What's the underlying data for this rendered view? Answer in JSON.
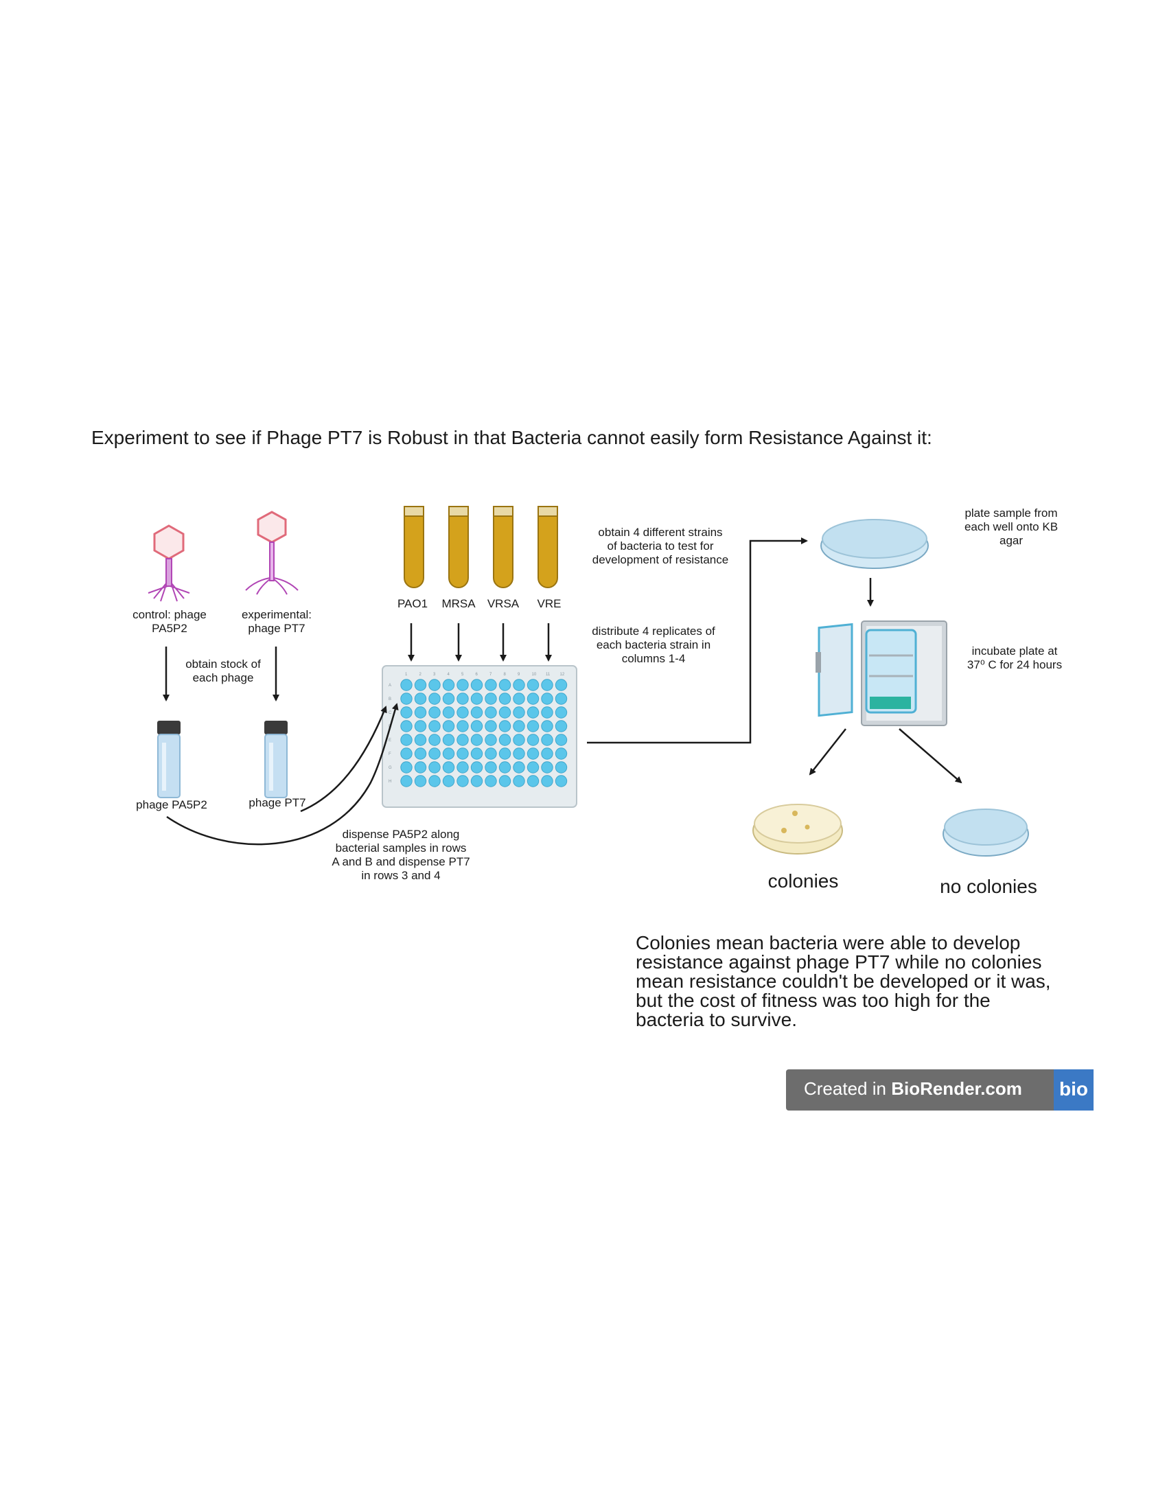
{
  "title": "Experiment to see if Phage PT7 is Robust in that Bacteria cannot easily form Resistance Against it:",
  "phages": {
    "control_label": "control: phage\nPA5P2",
    "experimental_label": "experimental:\nphage PT7",
    "obtain_stock": "obtain stock of\neach phage",
    "vial_control": "phage PA5P2",
    "vial_experimental": "phage PT7"
  },
  "strains": [
    "PAO1",
    "MRSA",
    "VRSA",
    "VRE"
  ],
  "notes": {
    "obtain_strains": "obtain 4 different strains\nof bacteria to test for\ndevelopment of resistance",
    "distribute": "distribute 4 replicates of\neach bacteria strain in\ncolumns 1-4",
    "dispense": "dispense PA5P2 along\nbacterial samples in rows\nA and B and dispense PT7\nin rows 3 and 4",
    "plate_sample": "plate sample from\neach well onto KB\nagar",
    "incubate": "incubate plate at\n37⁰ C for 24 hours"
  },
  "plate": {
    "column_numbers": [
      "1",
      "2",
      "3",
      "4",
      "5",
      "6",
      "7",
      "8",
      "9",
      "10",
      "11",
      "12"
    ],
    "row_letters": [
      "A",
      "B",
      "C",
      "D",
      "E",
      "F",
      "G",
      "H"
    ]
  },
  "outcomes": {
    "colonies": "colonies",
    "no_colonies": "no colonies"
  },
  "explanation": "Colonies mean bacteria were able to develop\nresistance against phage PT7 while no colonies\nmean resistance couldn't be developed or it was,\nbut the cost of fitness was too high for the\nbacteria to survive.",
  "badge": {
    "prefix": "Created in ",
    "brand": "BioRender.com",
    "logo": "bio"
  },
  "colors": {
    "tube_fill": "#d4a21c",
    "well": "#5bc6ea",
    "vial": "#c5dff2",
    "phage_head": "#e06a7a",
    "phage_tail": "#b146b5",
    "badge_bg": "#6d6d6d",
    "badge_logo": "#3b79c5"
  }
}
